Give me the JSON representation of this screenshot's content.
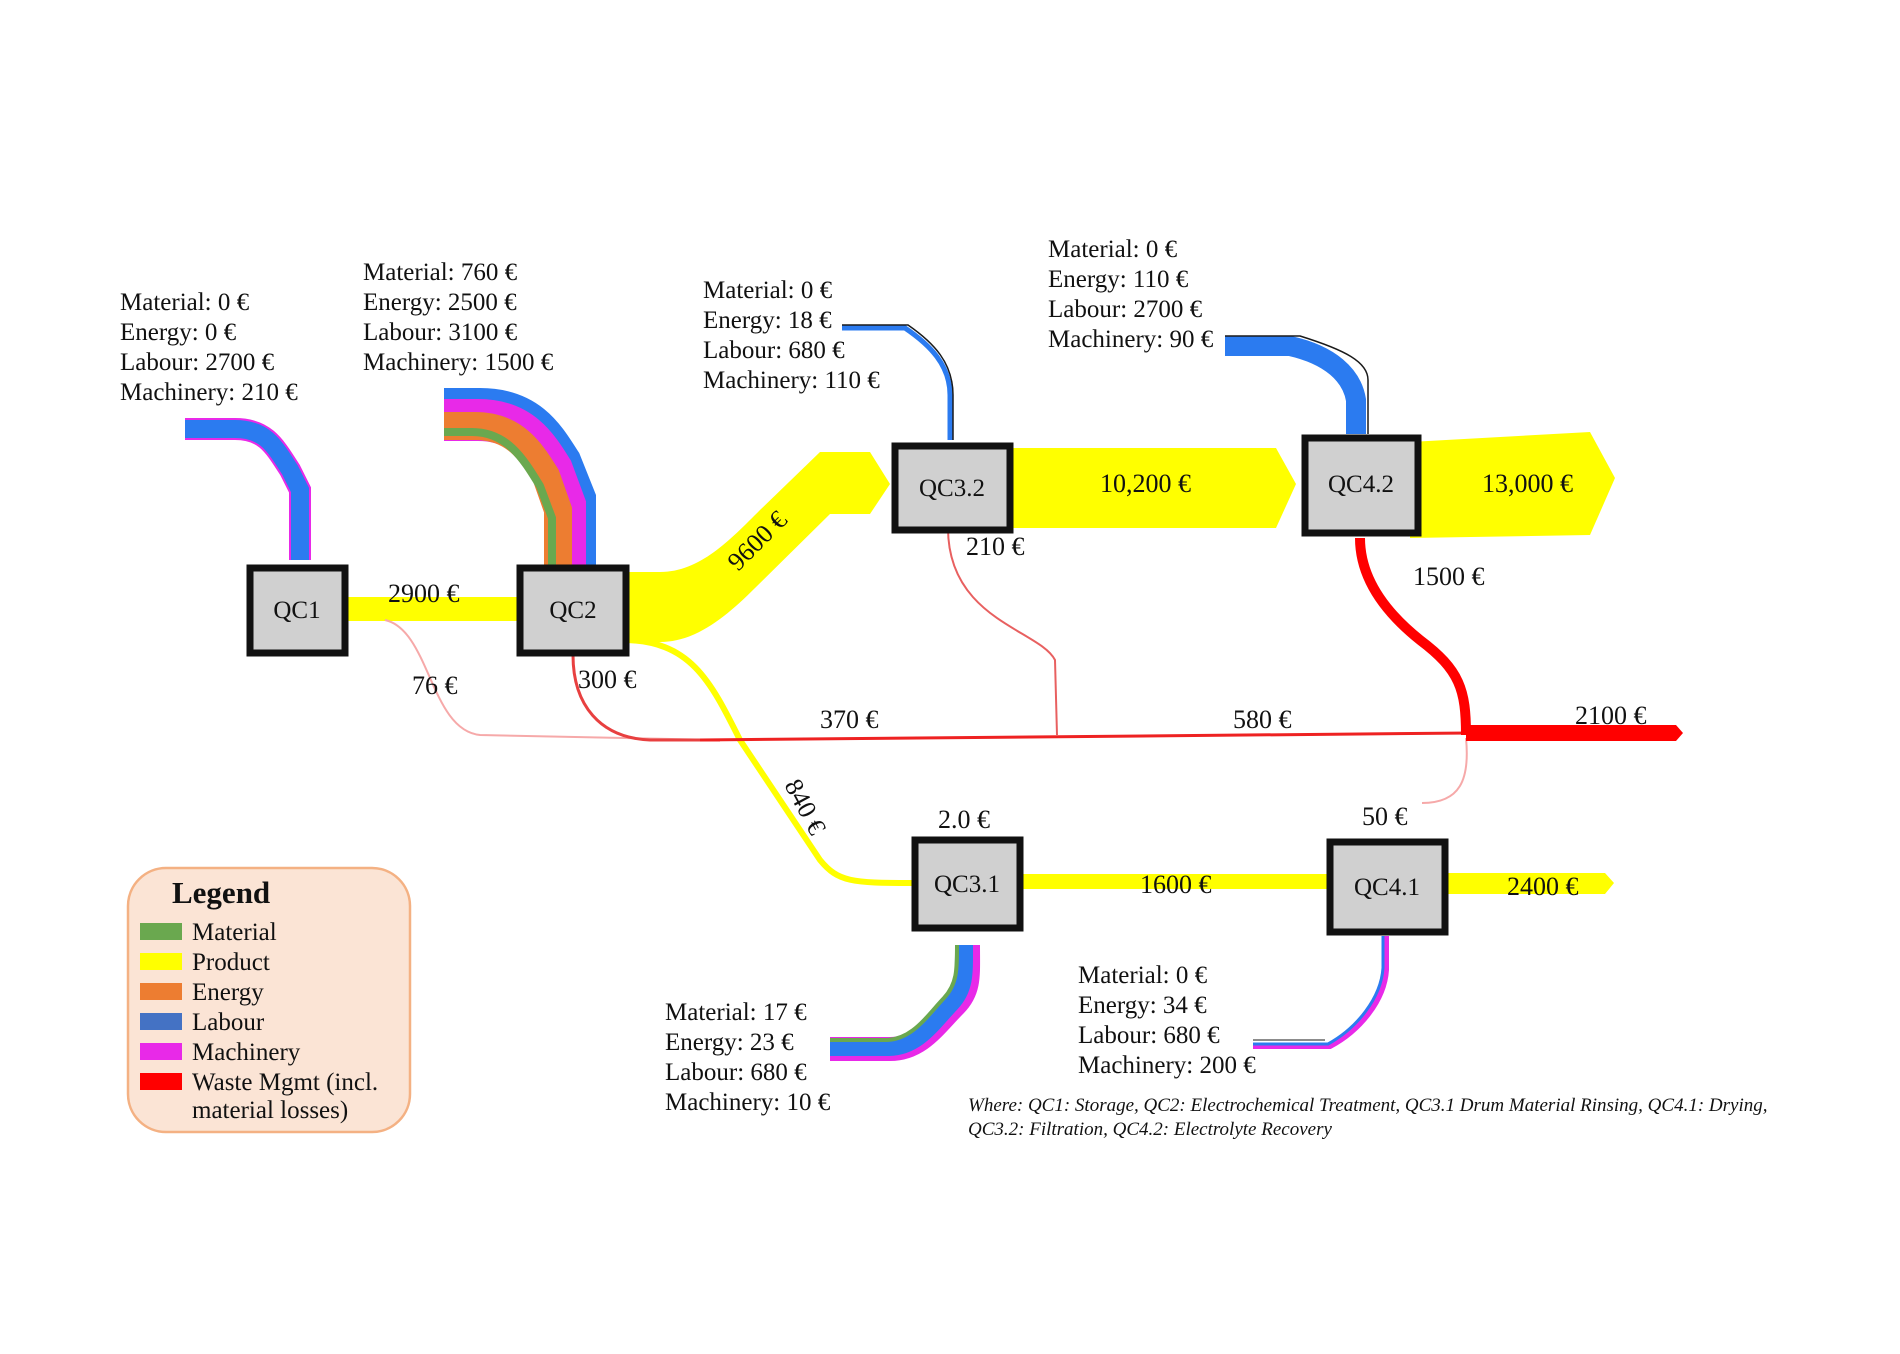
{
  "colors": {
    "material": "#6aa84f",
    "product": "#ffff00",
    "energy": "#ed7d31",
    "labour": "#2b7bf0",
    "machinery": "#e829e8",
    "waste": "#ff0000",
    "legend_bg": "#fbe4d5",
    "legend_border": "#f4b183"
  },
  "nodes": {
    "qc1": "QC1",
    "qc2": "QC2",
    "qc31": "QC3.1",
    "qc32": "QC3.2",
    "qc41": "QC4.1",
    "qc42": "QC4.2"
  },
  "inputs": {
    "qc1": [
      "Material: 0 €",
      "Energy: 0 €",
      "Labour: 2700 €",
      "Machinery: 210 €"
    ],
    "qc2": [
      "Material: 760 €",
      "Energy: 2500 €",
      "Labour: 3100 €",
      "Machinery: 1500 €"
    ],
    "qc32": [
      "Material: 0 €",
      "Energy: 18 €",
      "Labour: 680 €",
      "Machinery: 110 €"
    ],
    "qc42": [
      "Material: 0 €",
      "Energy: 110 €",
      "Labour: 2700 €",
      "Machinery: 90 €"
    ],
    "qc31": [
      "Material: 17 €",
      "Energy: 23 €",
      "Labour: 680 €",
      "Machinery: 10 €"
    ],
    "qc41": [
      "Material: 0 €",
      "Energy: 34 €",
      "Labour: 680 €",
      "Machinery: 200 €"
    ]
  },
  "flows": {
    "qc1_qc2": "2900 €",
    "qc2_qc32": "9600 €",
    "qc32_qc42": "10,200 €",
    "qc42_out": "13,000 €",
    "qc2_qc31": "840 €",
    "qc31_qc41": "1600 €",
    "qc41_out": "2400 €"
  },
  "waste": {
    "qc1": "76 €",
    "qc2": "300 €",
    "qc32": "210 €",
    "qc42": "1500 €",
    "qc31": "2.0 €",
    "qc41": "50 €",
    "seg1": "370 €",
    "seg2": "580 €",
    "total": "2100 €"
  },
  "legend": {
    "title": "Legend",
    "items": [
      "Material",
      "Product",
      "Energy",
      "Labour",
      "Machinery",
      "Waste Mgmt (incl.",
      "material losses)"
    ]
  },
  "note": {
    "line1": "Where: QC1: Storage, QC2: Electrochemical Treatment, QC3.1 Drum Material Rinsing, QC4.1: Drying,",
    "line2": "QC3.2: Filtration, QC4.2: Electrolyte Recovery"
  }
}
